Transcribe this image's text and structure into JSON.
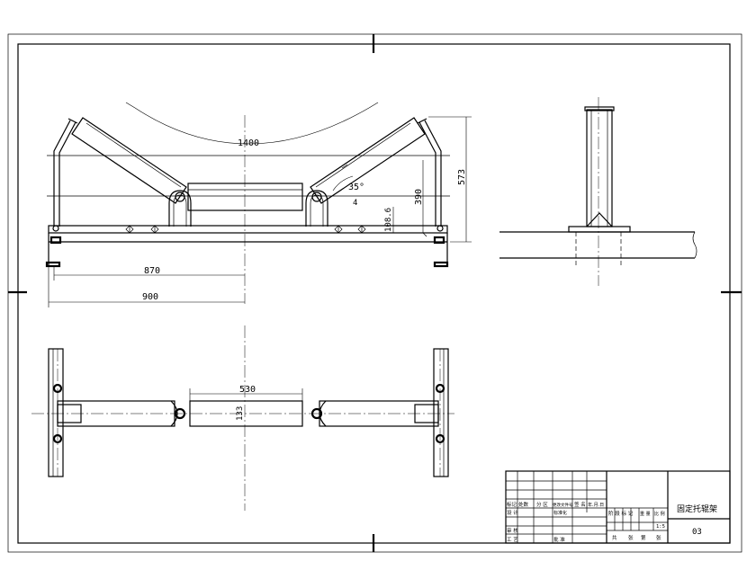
{
  "drawing": {
    "title": "固定托辊架",
    "number": "03",
    "scale": "1:5"
  },
  "dimensions": {
    "d1400": "1400",
    "d573": "573",
    "d390": "390",
    "d35deg": "35°",
    "d4": "4",
    "d108": "108.6",
    "d870": "870",
    "d900": "900",
    "d530": "530",
    "d133": "133"
  },
  "title_block": {
    "c_biaoji": "标记",
    "c_chushu": "处数",
    "c_fenqu": "分 区",
    "c_gengai": "更改文件号",
    "c_qianming": "签 名",
    "c_nianyueri": "年.月.日",
    "c_sheji": "设 计",
    "c_biaozhunhua": "标准化",
    "c_shenhe": "审 核",
    "c_gongyi": "工 艺",
    "c_pizhun": "批 准",
    "c_jieduan": "阶 段 标 记",
    "c_zhongliang": "重 量",
    "c_bili": "比 例",
    "c_gong": "共",
    "c_zhang": "张",
    "c_di": "第",
    "c_zhang2": "张"
  },
  "colors": {
    "line": "#000000",
    "paper": "#ffffff"
  }
}
